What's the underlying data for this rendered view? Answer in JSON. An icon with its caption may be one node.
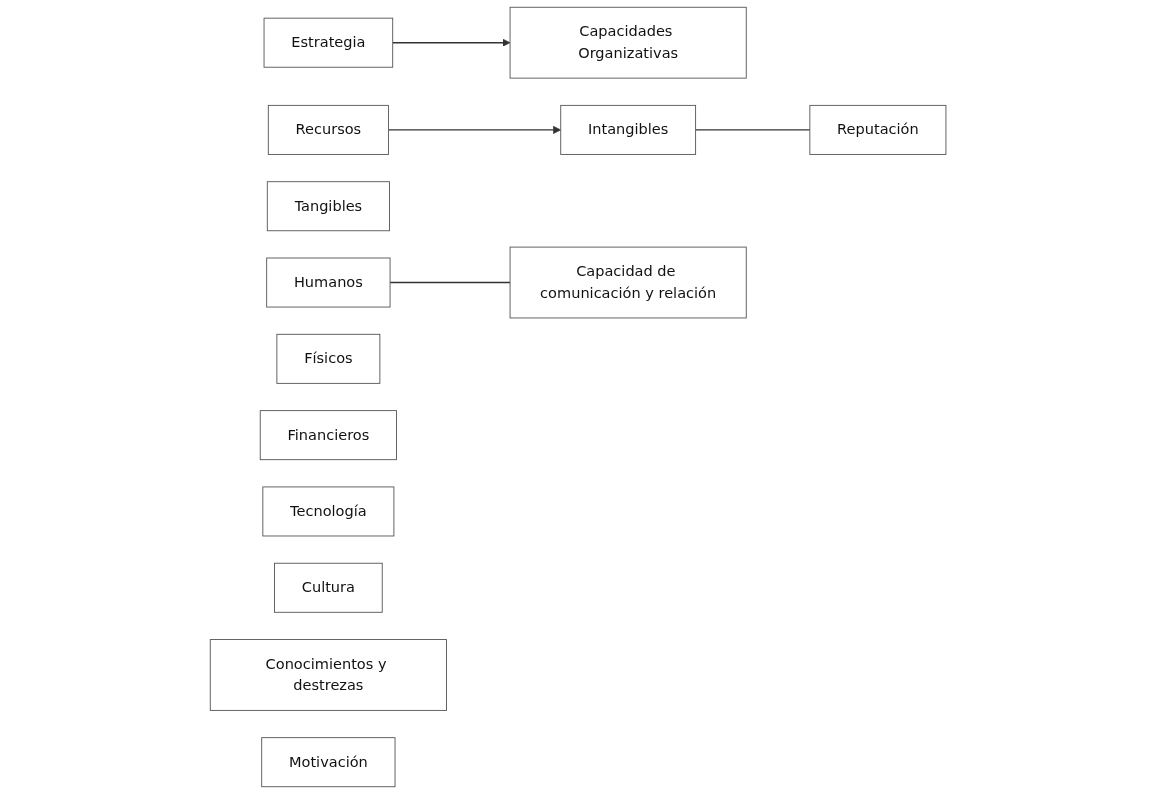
{
  "diagram": {
    "nodes": [
      {
        "text": [
          "Estrategia"
        ]
      },
      {
        "text": [
          "Capacidades Organizativas"
        ]
      },
      {
        "text": [
          "Recursos"
        ]
      },
      {
        "text": [
          "Tangibles"
        ]
      },
      {
        "text": [
          "Intangibles"
        ]
      },
      {
        "text": [
          "Humanos"
        ]
      },
      {
        "text": [
          "Físicos"
        ]
      },
      {
        "text": [
          "Financieros"
        ]
      },
      {
        "text": [
          "Tecnología"
        ]
      },
      {
        "text": [
          "Reputación"
        ]
      },
      {
        "text": [
          "Cultura"
        ]
      },
      {
        "text": [
          "Conocimientos y destrezas"
        ]
      },
      {
        "text": [
          "Capacidad de comunicación y relación"
        ]
      },
      {
        "text": [
          "Motivación"
        ]
      }
    ],
    "edges": [
      {
        "from": 0,
        "to": 1,
        "arrow": "to"
      },
      {
        "from": 2,
        "to": 4,
        "arrow": "to"
      },
      {
        "from": 4,
        "to": 9,
        "arrow": "none"
      },
      {
        "from": 5,
        "to": 12,
        "arrow": "none"
      }
    ]
  }
}
